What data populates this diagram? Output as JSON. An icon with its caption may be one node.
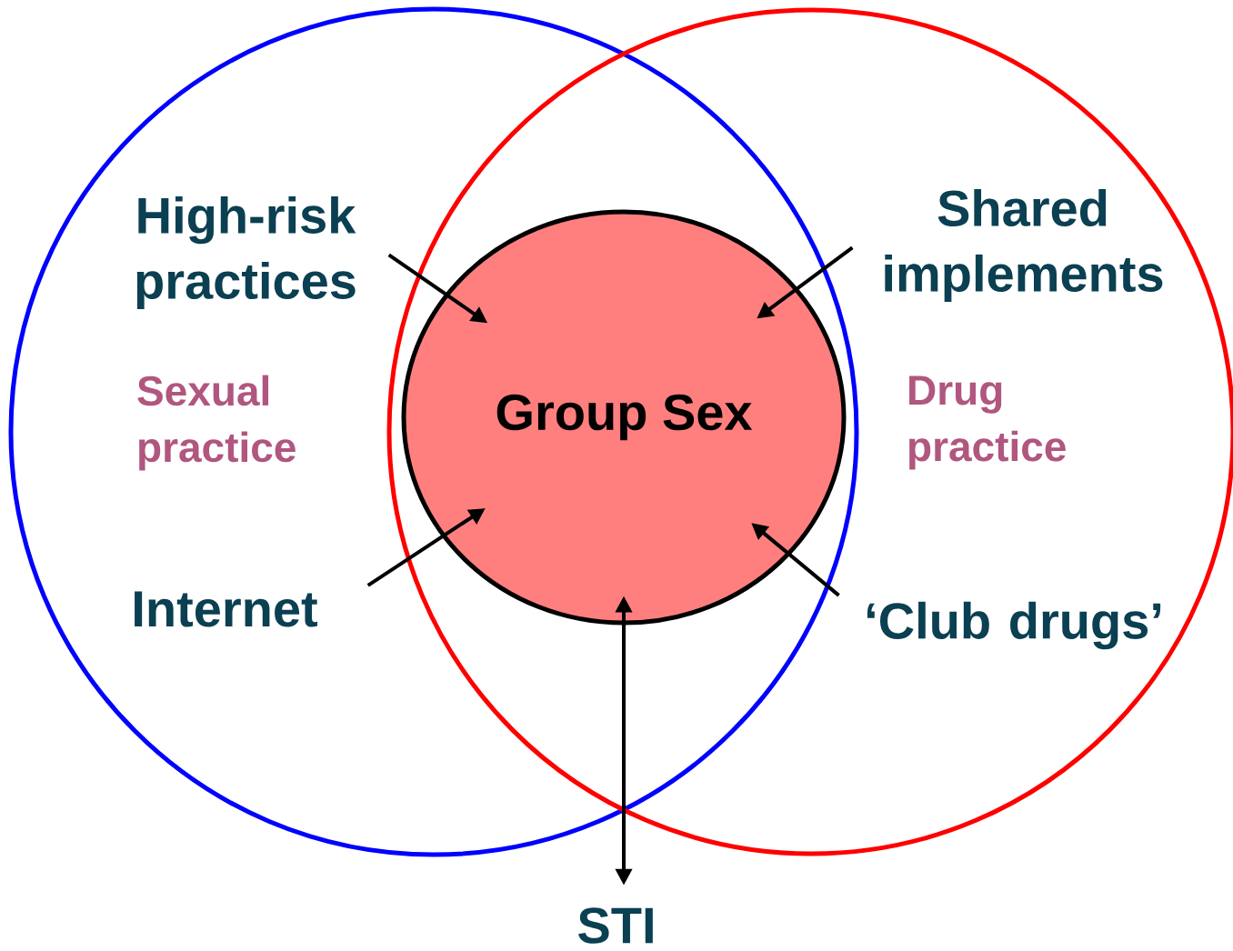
{
  "diagram": {
    "nodes": [
      {
        "text": [
          "Sexual practice"
        ]
      },
      {
        "text": [
          "Drug practice"
        ]
      },
      {
        "text": [
          "Group Sex"
        ]
      },
      {
        "text": [
          "High-risk practices"
        ],
        "in": 0
      },
      {
        "text": [
          "Shared implements"
        ],
        "in": 1
      },
      {
        "text": [
          "Internet"
        ],
        "in": 0
      },
      {
        "text": [
          "‘Club drugs’"
        ],
        "in": 1
      },
      {
        "text": [
          "STI"
        ]
      }
    ],
    "edges": [
      {
        "from": 3,
        "to": 2,
        "arrow": "to"
      },
      {
        "from": 4,
        "to": 2,
        "arrow": "to"
      },
      {
        "from": 5,
        "to": 2,
        "arrow": "to"
      },
      {
        "from": 6,
        "to": 2,
        "arrow": "to"
      },
      {
        "from": 7,
        "to": 2,
        "arrow": "both"
      }
    ]
  }
}
